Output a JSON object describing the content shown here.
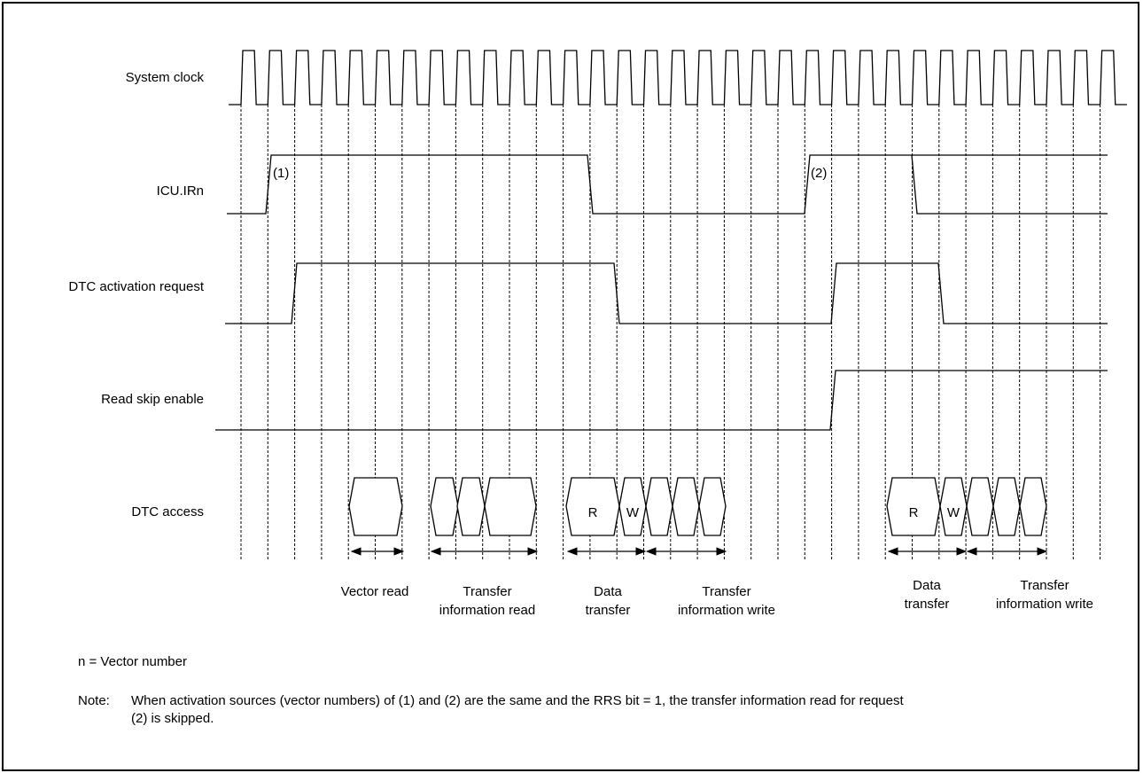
{
  "signals": {
    "system_clock": "System clock",
    "icu_irn": "ICU.IRn",
    "dtc_activation_request": "DTC activation request",
    "read_skip_enable": "Read skip enable",
    "dtc_access": "DTC access"
  },
  "markers": {
    "m1": "(1)",
    "m2": "(2)"
  },
  "access_labels": {
    "r1": "R",
    "w1": "W",
    "r2": "R",
    "w2": "W"
  },
  "phases": {
    "vector_read": "Vector read",
    "transfer_info_read": "Transfer\ninformation read",
    "data_transfer_1": "Data\ntransfer",
    "transfer_info_write_1": "Transfer\ninformation write",
    "data_transfer_2": "Data\ntransfer",
    "transfer_info_write_2": "Transfer\ninformation write"
  },
  "footer": {
    "legend": "n = Vector number",
    "note_label": "Note:",
    "note_text": "When activation sources (vector numbers) of (1) and (2) are the same and the RRS bit = 1, the transfer information read for request\n(2) is skipped."
  }
}
